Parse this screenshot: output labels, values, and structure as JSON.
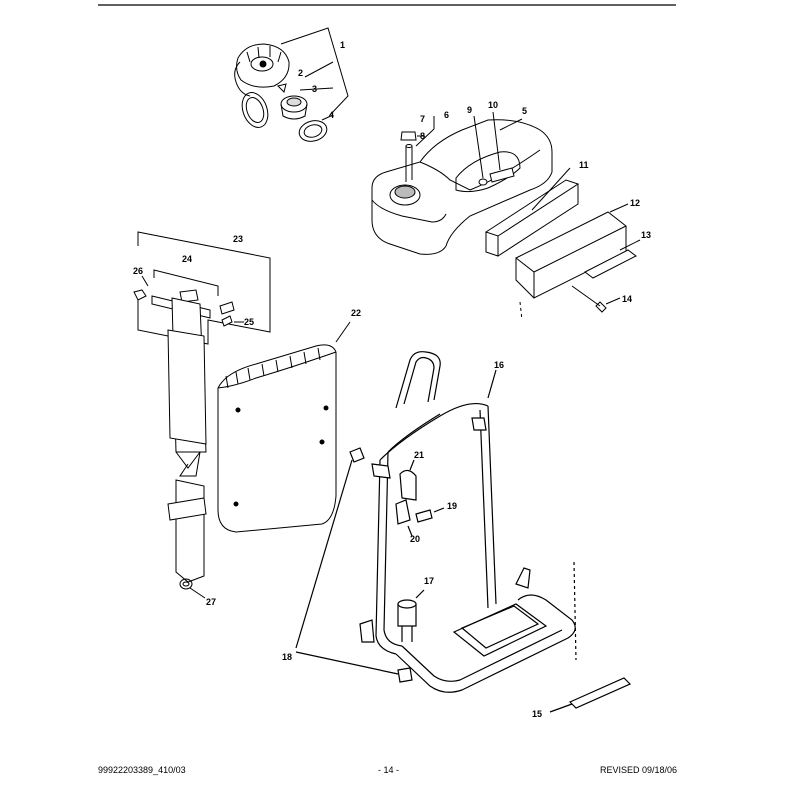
{
  "callouts": {
    "n1": "1",
    "n2": "2",
    "n3": "3",
    "n4": "4",
    "n5": "5",
    "n6": "6",
    "n7": "7",
    "n8": "8",
    "n9": "9",
    "n10": "10",
    "n11": "11",
    "n12": "12",
    "n13": "13",
    "n14": "14",
    "n15": "15",
    "n16": "16",
    "n17": "17",
    "n18": "18",
    "n19": "19",
    "n20": "20",
    "n21": "21",
    "n22": "22",
    "n23": "23",
    "n24": "24",
    "n25": "25",
    "n26": "26",
    "n27": "27"
  },
  "footer": {
    "left": "99922203389_410/03",
    "center": "- 14 -",
    "right": "REVISED 09/18/06"
  }
}
